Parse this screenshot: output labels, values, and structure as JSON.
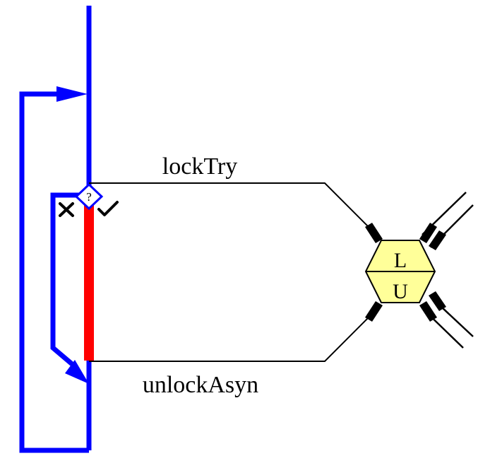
{
  "labels": {
    "lock_call": "lockTry",
    "unlock_call": "unlockAsyn",
    "decision": "?",
    "hex_top": "L",
    "hex_bottom": "U",
    "fail_mark": "✕",
    "success_mark": "✓"
  },
  "colors": {
    "thread": "#0000ff",
    "locked_section": "#ff0000",
    "lock_fill": "#ffff99",
    "wire": "#000000",
    "background": "#ffffff"
  },
  "icons": {
    "decision": "decision-diamond",
    "fail": "cross-icon",
    "success": "check-icon",
    "lock": "lock-hexagon"
  }
}
